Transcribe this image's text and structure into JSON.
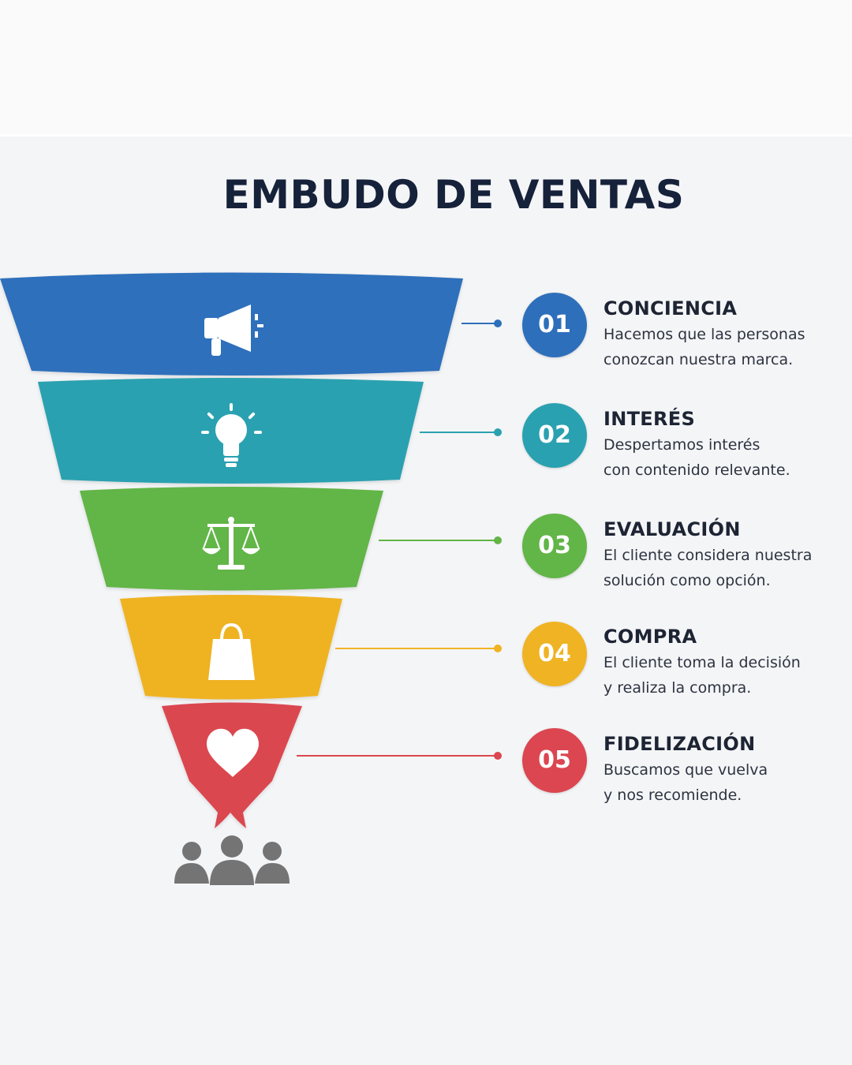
{
  "title": "EMBUDO DE VENTAS",
  "colors": {
    "title": "#16213a",
    "stage1": "#2e6fbb",
    "stage2": "#2aa1b0",
    "stage3": "#62b547",
    "stage4": "#efb324",
    "stage5": "#db4650",
    "people": "#747474"
  },
  "stages": [
    {
      "number": "01",
      "title": "CONCIENCIA",
      "line1": "Hacemos que las personas",
      "line2": "conozcan nuestra marca.",
      "icon": "megaphone-icon"
    },
    {
      "number": "02",
      "title": "INTERÉS",
      "line1": "Despertamos interés",
      "line2": "con contenido relevante.",
      "icon": "lightbulb-icon"
    },
    {
      "number": "03",
      "title": "EVALUACIÓN",
      "line1": "El cliente considera nuestra",
      "line2": "solución como opción.",
      "icon": "scale-icon"
    },
    {
      "number": "04",
      "title": "COMPRA",
      "line1": "El cliente toma la decisión",
      "line2": "y realiza la compra.",
      "icon": "shopping-bag-icon"
    },
    {
      "number": "05",
      "title": "FIDELIZACIÓN",
      "line1": "Buscamos que vuelva",
      "line2": "y nos recomiende.",
      "icon": "heart-icon"
    }
  ],
  "footer_icon": "people-group-icon"
}
